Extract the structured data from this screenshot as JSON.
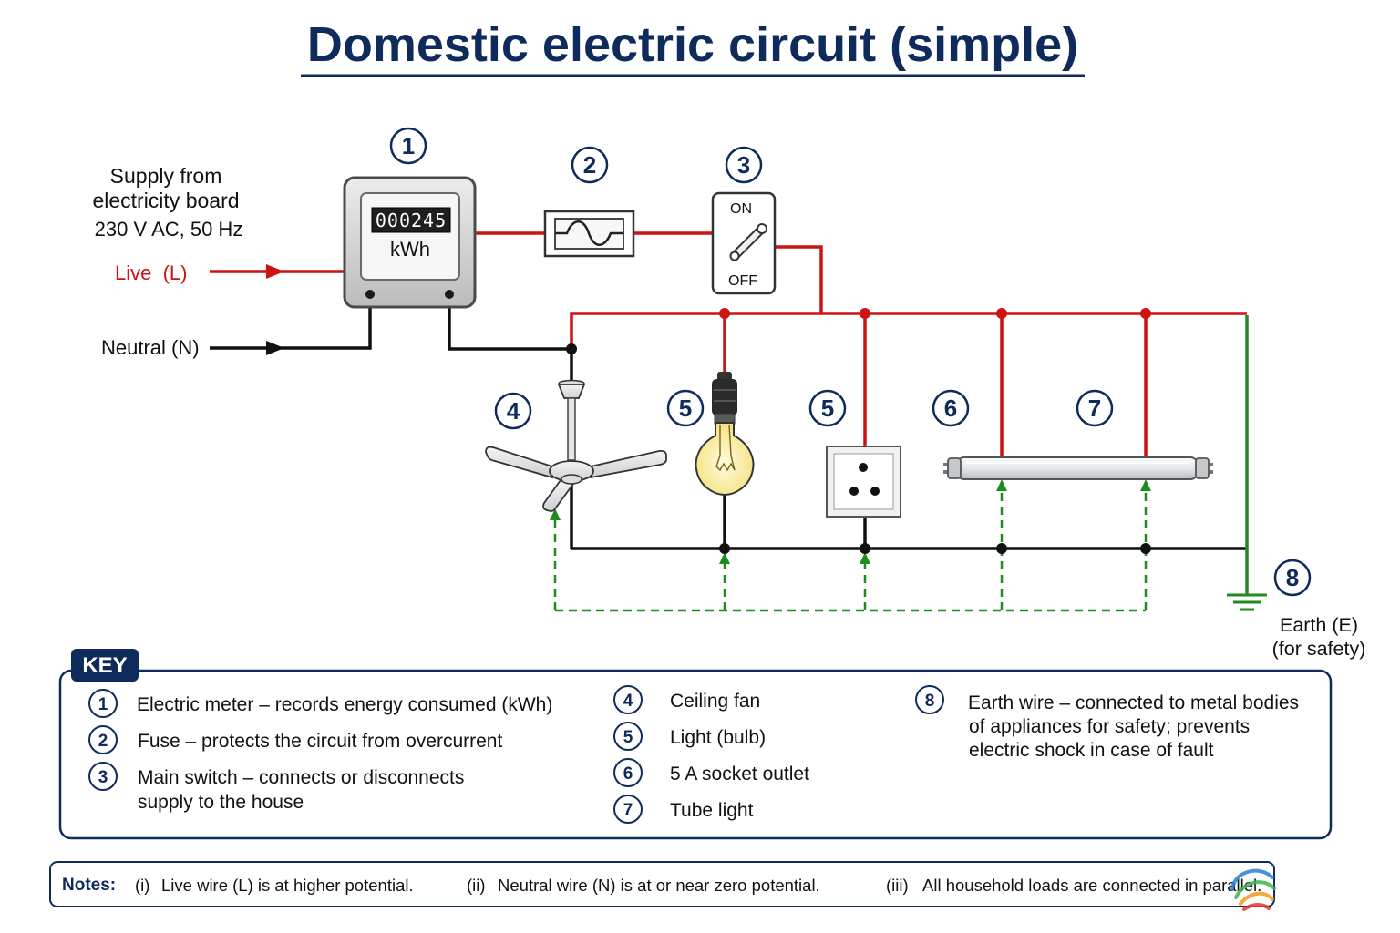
{
  "title": "Domestic electric circuit (simple)",
  "supply": {
    "line1": "Supply from",
    "line2": "electricity board",
    "rating": "230 V AC, 50 Hz",
    "live_label": "Live  (L)",
    "neutral_label": "Neutral (N)"
  },
  "meter": {
    "number": "1",
    "reading": "000245",
    "unit": "kWh"
  },
  "fuse": {
    "number": "2"
  },
  "main_switch": {
    "number": "3",
    "on_label": "ON",
    "off_label": "OFF"
  },
  "ceiling_fan": {
    "number": "4"
  },
  "bulb": {
    "number": "5"
  },
  "socket": {
    "number": "5"
  },
  "tube_light": {
    "left_number": "6",
    "right_number": "7"
  },
  "earth": {
    "number": "8",
    "label": "Earth (E)",
    "sublabel": "(for safety)"
  },
  "key": {
    "heading": "KEY",
    "items": [
      {
        "number": "1",
        "lines": [
          "Electric meter – records energy consumed (kWh)"
        ]
      },
      {
        "number": "2",
        "lines": [
          "Fuse – protects the circuit from overcurrent"
        ]
      },
      {
        "number": "3",
        "lines": [
          "Main switch – connects or disconnects",
          "supply to the house"
        ]
      },
      {
        "number": "4",
        "lines": [
          "Ceiling fan"
        ]
      },
      {
        "number": "5",
        "lines": [
          "Light (bulb)"
        ]
      },
      {
        "number": "6",
        "lines": [
          "5 A socket outlet"
        ]
      },
      {
        "number": "7",
        "lines": [
          "Tube light"
        ]
      },
      {
        "number": "8",
        "lines": [
          "Earth wire – connected to metal bodies",
          "of appliances for safety; prevents",
          "electric shock in case of fault"
        ]
      }
    ]
  },
  "notes": {
    "heading": "Notes:",
    "items": [
      {
        "marker": "(i)",
        "text": "Live wire (L) is at higher potential."
      },
      {
        "marker": "(ii)",
        "text": "Neutral wire (N) is at or near zero potential."
      },
      {
        "marker": "(iii)",
        "text": "All household loads are connected in parallel."
      }
    ]
  },
  "colors": {
    "title": "#0f2b5b",
    "live_wire": "#cc1414",
    "neutral_wire": "#111111",
    "earth_wire": "#1e8c1e"
  }
}
